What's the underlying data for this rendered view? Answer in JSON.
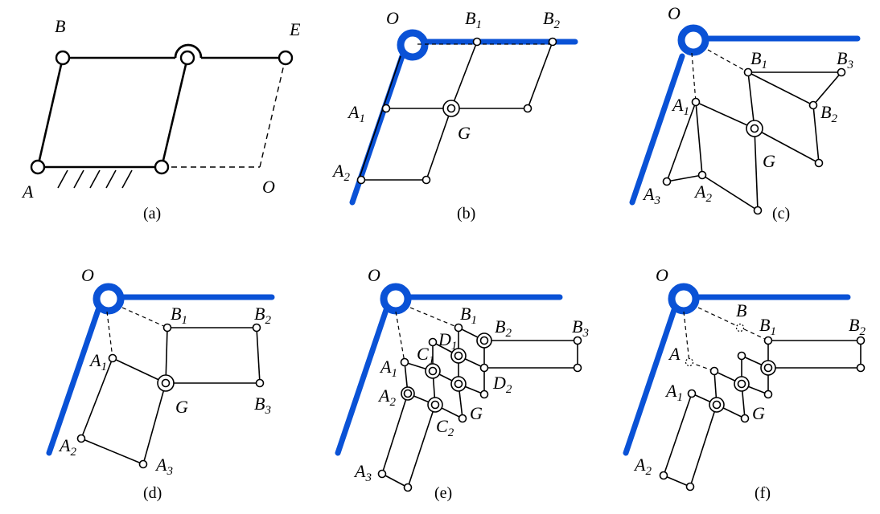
{
  "colors": {
    "blue": "#0a52d6",
    "ink": "#000000"
  },
  "panels": [
    {
      "key": "a",
      "caption": "(a)",
      "labels": [
        {
          "key": "B",
          "main": "B",
          "sub": ""
        },
        {
          "key": "E",
          "main": "E",
          "sub": ""
        },
        {
          "key": "A",
          "main": "A",
          "sub": ""
        },
        {
          "key": "O",
          "main": "O",
          "sub": ""
        }
      ]
    },
    {
      "key": "b",
      "caption": "(b)",
      "labels": [
        {
          "key": "O",
          "main": "O",
          "sub": ""
        },
        {
          "key": "B1",
          "main": "B",
          "sub": "1"
        },
        {
          "key": "B2",
          "main": "B",
          "sub": "2"
        },
        {
          "key": "A1",
          "main": "A",
          "sub": "1"
        },
        {
          "key": "G",
          "main": "G",
          "sub": ""
        },
        {
          "key": "A2",
          "main": "A",
          "sub": "2"
        }
      ]
    },
    {
      "key": "c",
      "caption": "(c)",
      "labels": [
        {
          "key": "O",
          "main": "O",
          "sub": ""
        },
        {
          "key": "B1",
          "main": "B",
          "sub": "1"
        },
        {
          "key": "B3",
          "main": "B",
          "sub": "3"
        },
        {
          "key": "A1",
          "main": "A",
          "sub": "1"
        },
        {
          "key": "B2",
          "main": "B",
          "sub": "2"
        },
        {
          "key": "G",
          "main": "G",
          "sub": ""
        },
        {
          "key": "A3",
          "main": "A",
          "sub": "3"
        },
        {
          "key": "A2",
          "main": "A",
          "sub": "2"
        }
      ]
    },
    {
      "key": "d",
      "caption": "(d)",
      "labels": [
        {
          "key": "O",
          "main": "O",
          "sub": ""
        },
        {
          "key": "B1",
          "main": "B",
          "sub": "1"
        },
        {
          "key": "B2",
          "main": "B",
          "sub": "2"
        },
        {
          "key": "A1",
          "main": "A",
          "sub": "1"
        },
        {
          "key": "G",
          "main": "G",
          "sub": ""
        },
        {
          "key": "B3",
          "main": "B",
          "sub": "3"
        },
        {
          "key": "A2",
          "main": "A",
          "sub": "2"
        },
        {
          "key": "A3",
          "main": "A",
          "sub": "3"
        }
      ]
    },
    {
      "key": "e",
      "caption": "(e)",
      "labels": [
        {
          "key": "O",
          "main": "O",
          "sub": ""
        },
        {
          "key": "B1",
          "main": "B",
          "sub": "1"
        },
        {
          "key": "B2",
          "main": "B",
          "sub": "2"
        },
        {
          "key": "B3",
          "main": "B",
          "sub": "3"
        },
        {
          "key": "D1",
          "main": "D",
          "sub": "1"
        },
        {
          "key": "C1",
          "main": "C",
          "sub": "1"
        },
        {
          "key": "A1",
          "main": "A",
          "sub": "1"
        },
        {
          "key": "D2",
          "main": "D",
          "sub": "2"
        },
        {
          "key": "A2",
          "main": "A",
          "sub": "2"
        },
        {
          "key": "G",
          "main": "G",
          "sub": ""
        },
        {
          "key": "C2",
          "main": "C",
          "sub": "2"
        },
        {
          "key": "A3",
          "main": "A",
          "sub": "3"
        }
      ]
    },
    {
      "key": "f",
      "caption": "(f)",
      "labels": [
        {
          "key": "O",
          "main": "O",
          "sub": ""
        },
        {
          "key": "B",
          "main": "B",
          "sub": ""
        },
        {
          "key": "B1",
          "main": "B",
          "sub": "1"
        },
        {
          "key": "B2",
          "main": "B",
          "sub": "2"
        },
        {
          "key": "A",
          "main": "A",
          "sub": ""
        },
        {
          "key": "A1",
          "main": "A",
          "sub": "1"
        },
        {
          "key": "G",
          "main": "G",
          "sub": ""
        },
        {
          "key": "A2",
          "main": "A",
          "sub": "2"
        }
      ]
    }
  ]
}
